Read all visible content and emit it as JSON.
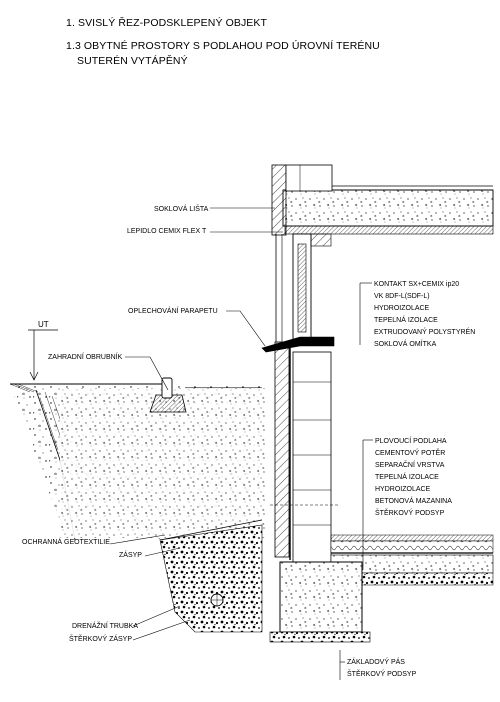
{
  "header": {
    "line1": "1.  SVISLÝ ŘEZ-PODSKLEPENÝ OBJEKT",
    "line2": "1.3 OBYTNÉ PROSTORY S PODLAHOU POD ÚROVNÍ TERÉNU",
    "line3": "SUTERÉN VYTÁPĚNÝ"
  },
  "terrain_mark": "UT",
  "labels_left": {
    "soklova_lista": "SOKLOVÁ LIŠTA",
    "lepidlo": "LEPIDLO CEMIX FLEX T",
    "oplechovani": "OPLECHOVÁNÍ PARAPETU",
    "obrubnik": "ZAHRADNÍ OBRUBNÍK",
    "geotextilie": "OCHRANNÁ GEOTEXTILIE",
    "zasyp": "ZÁSYP",
    "drenazni": "DRENÁŽNÍ TRUBKA",
    "sterkovy_zasyp": "ŠTĚRKOVÝ ZÁSYP"
  },
  "labels_wall": [
    "KONTAKT SX+CEMIX ip20",
    "VK 8DF-L(SDF-L)",
    "HYDROIZOLACE",
    "TEPELNÁ IZOLACE",
    "EXTRUDOVANÝ POLYSTYRÉN",
    "SOKLOVÁ OMÍTKA"
  ],
  "labels_floor": [
    "PLOVOUCÍ PODLAHA",
    "CEMENTOVÝ POTĚR",
    "SEPARAČNÍ VRSTVA",
    "TEPELNÁ IZOLACE",
    "HYDROIZOLACE",
    "BETONOVÁ MAZANINA",
    "ŠTĚRKOVÝ PODSYP"
  ],
  "labels_foundation": [
    "ZÁKLADOVÝ PÁS",
    "ŠTĚRKOVÝ PODSYP"
  ]
}
